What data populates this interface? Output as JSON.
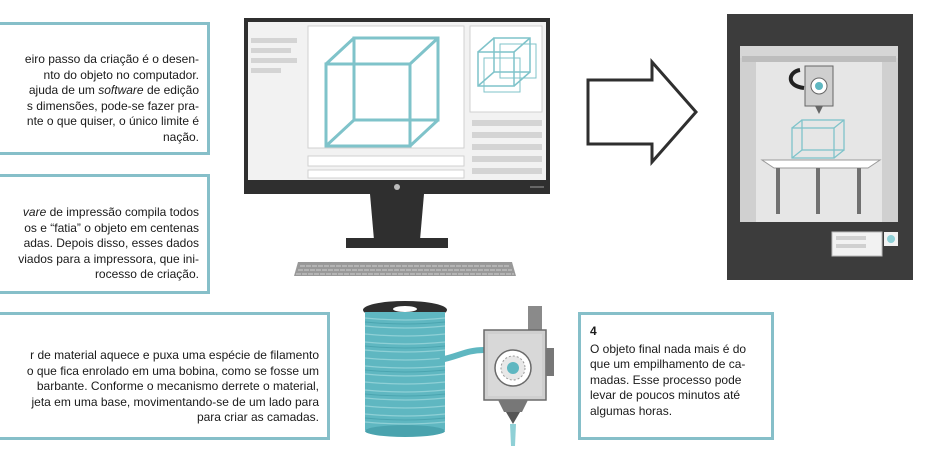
{
  "steps": {
    "step1": {
      "line1": "eiro passo da criação é o desen-",
      "line2": "nto do objeto no computador.",
      "line3a": "ajuda de um ",
      "line3em": "software",
      "line3b": " de edição",
      "line4": "s dimensões, pode-se fazer pra-",
      "line5": "nte o que quiser, o único limite é",
      "line6": "nação."
    },
    "step2": {
      "line1em": "vare",
      "line1b": " de impressão compila todos",
      "line2": "os e “fatia” o objeto em centenas",
      "line3": "adas. Depois disso, esses dados",
      "line4": "viados para a impressora, que ini-",
      "line5": "rocesso de criação."
    },
    "step3": {
      "line1": "r de material aquece e puxa uma espécie de filamento",
      "line2": "o que fica enrolado em uma bobina, como se fosse um",
      "line3": "barbante. Conforme o mecanismo derrete o material,",
      "line4": "jeta em uma base, movimentando-se de um lado para",
      "line5": "para criar as camadas."
    },
    "step4": {
      "number": "4",
      "line1": "O objeto final nada mais é do",
      "line2": "que um empilhamento de ca-",
      "line3": "madas. Esse processo pode",
      "line4": "levar de poucos minutos até",
      "line5": "algumas horas."
    }
  },
  "colors": {
    "border": "#86bfc9",
    "teal": "#5fb7c1",
    "teal_light": "#8fd0d6",
    "dark": "#333333",
    "gray": "#dcdcdc",
    "light_gray": "#ececec"
  }
}
